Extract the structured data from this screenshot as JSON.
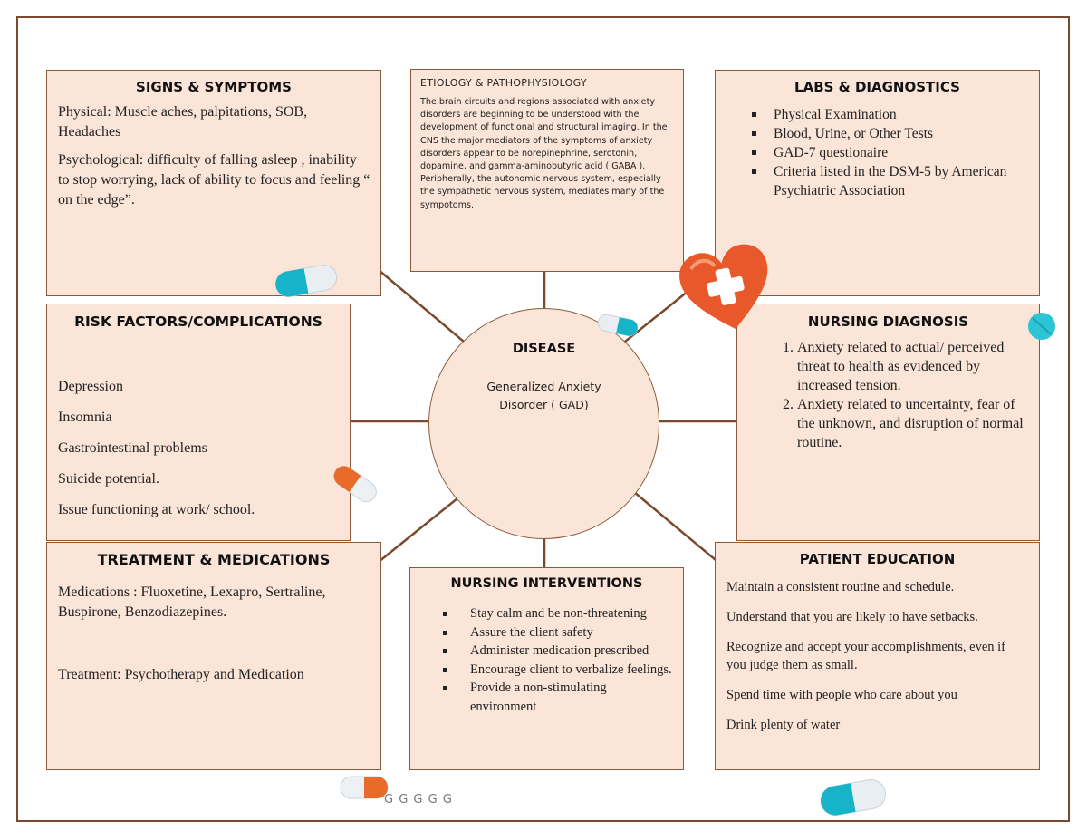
{
  "signs": {
    "title": "SIGNS & SYMPTOMS",
    "p1": "Physical: Muscle aches, palpitations, SOB, Headaches",
    "p2": "Psychological: difficulty of falling asleep , inability to stop worrying, lack of ability to focus and feeling “ on the edge”."
  },
  "etiology": {
    "title": "ETIOLOGY & PATHOPHYSIOLOGY",
    "text": "The brain circuits and regions associated with anxiety disorders are beginning to be understood with the development of functional and structural imaging. In the CNS the major mediators of the symptoms of anxiety disorders appear to be norepinephrine, serotonin, dopamine, and gamma-aminobutyric acid ( GABA ). Peripherally, the autonomic nervous system, especially the sympathetic nervous system, mediates many of the sympotoms."
  },
  "labs": {
    "title": "LABS & DIAGNOSTICS",
    "items": [
      "Physical Examination",
      "Blood, Urine, or Other Tests",
      "GAD-7 questionaire",
      "Criteria listed in the DSM-5 by American Psychiatric Association"
    ]
  },
  "risk": {
    "title": "RISK FACTORS/COMPLICATIONS",
    "items": [
      "Depression",
      "Insomnia",
      "Gastrointestinal problems",
      "Suicide potential.",
      "Issue functioning at work/ school."
    ]
  },
  "disease": {
    "title": "DISEASE",
    "name": "Generalized Anxiety Disorder ( GAD)"
  },
  "diagnosis": {
    "title": "NURSING DIAGNOSIS",
    "items": [
      "Anxiety related to actual/ perceived threat to health as evidenced by increased tension.",
      "Anxiety related to uncertainty, fear of the unknown, and disruption of normal routine."
    ]
  },
  "treatment": {
    "title": "TREATMENT & MEDICATIONS",
    "meds": "Medications : Fluoxetine, Lexapro, Sertraline, Buspirone, Benzodiazepines.",
    "therapy": "Treatment: Psychotherapy and Medication"
  },
  "interventions": {
    "title": "NURSING INTERVENTIONS",
    "items": [
      "Stay calm and be non-threatening",
      "Assure the client safety",
      "Administer medication prescribed",
      "Encourage client to verbalize feelings.",
      "Provide a non-stimulating environment"
    ]
  },
  "education": {
    "title": "PATIENT EDUCATION",
    "items": [
      "Maintain a consistent routine and schedule.",
      "Understand that you are likely to have setbacks.",
      "Recognize and accept your accomplishments, even if you judge them as small.",
      "Spend time with people who care about you",
      "Drink plenty of water"
    ]
  },
  "footer": "G G G G G",
  "colors": {
    "box_fill": "#fbe5d8",
    "border": "#8a5a3a",
    "pill_teal": "#17b3c9",
    "pill_orange": "#ea6a2a",
    "heart": "#e8582a"
  }
}
